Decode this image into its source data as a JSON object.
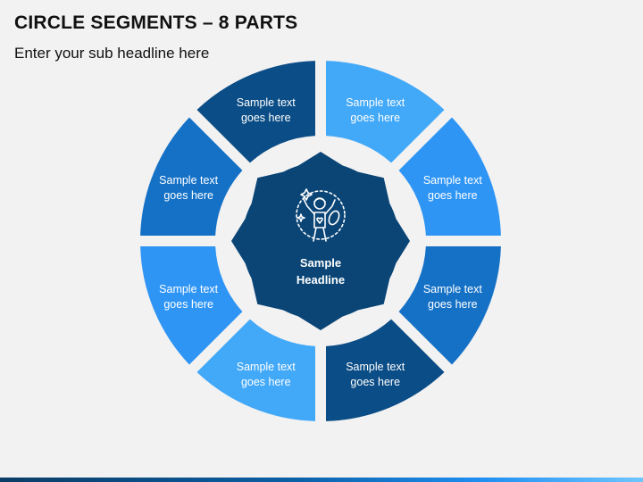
{
  "header": {
    "title": "CIRCLE SEGMENTS – 8 PARTS",
    "subtitle": "Enter your sub headline here"
  },
  "center": {
    "icon": "celebrating-person-icon",
    "headline_line1": "Sample",
    "headline_line2": "Headline"
  },
  "segments": [
    {
      "line1": "Sample text",
      "line2": "goes here",
      "color": "#42a8f8"
    },
    {
      "line1": "Sample text",
      "line2": "goes here",
      "color": "#2f95f5"
    },
    {
      "line1": "Sample text",
      "line2": "goes here",
      "color": "#1571c6"
    },
    {
      "line1": "Sample text",
      "line2": "goes here",
      "color": "#0b4d86"
    },
    {
      "line1": "Sample text",
      "line2": "goes here",
      "color": "#42a8f8"
    },
    {
      "line1": "Sample text",
      "line2": "goes here",
      "color": "#2f95f5"
    },
    {
      "line1": "Sample text",
      "line2": "goes here",
      "color": "#1571c6"
    },
    {
      "line1": "Sample text",
      "line2": "goes here",
      "color": "#0b4d86"
    }
  ],
  "colors": {
    "hub": "#0a4576",
    "hub_ring": "#f2f2f2",
    "background": "#f2f2f2"
  }
}
